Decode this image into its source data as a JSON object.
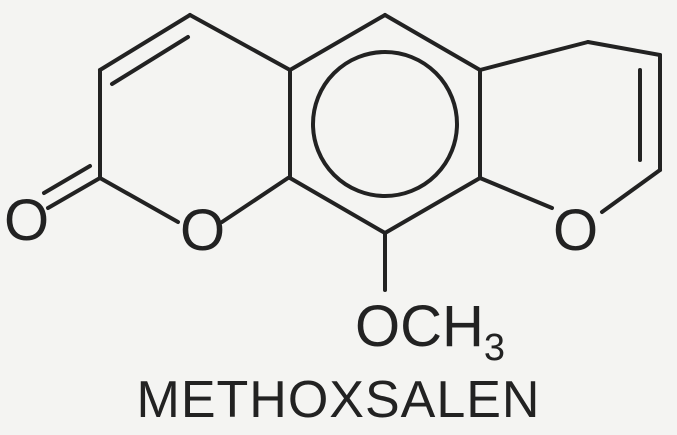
{
  "compound": {
    "name": "METHOXSALEN"
  },
  "atoms": {
    "carbonyl_oxygen": "O",
    "pyranone_oxygen": "O",
    "furan_oxygen": "O",
    "methoxy_prefix": "OCH",
    "methoxy_subscript": "3"
  }
}
